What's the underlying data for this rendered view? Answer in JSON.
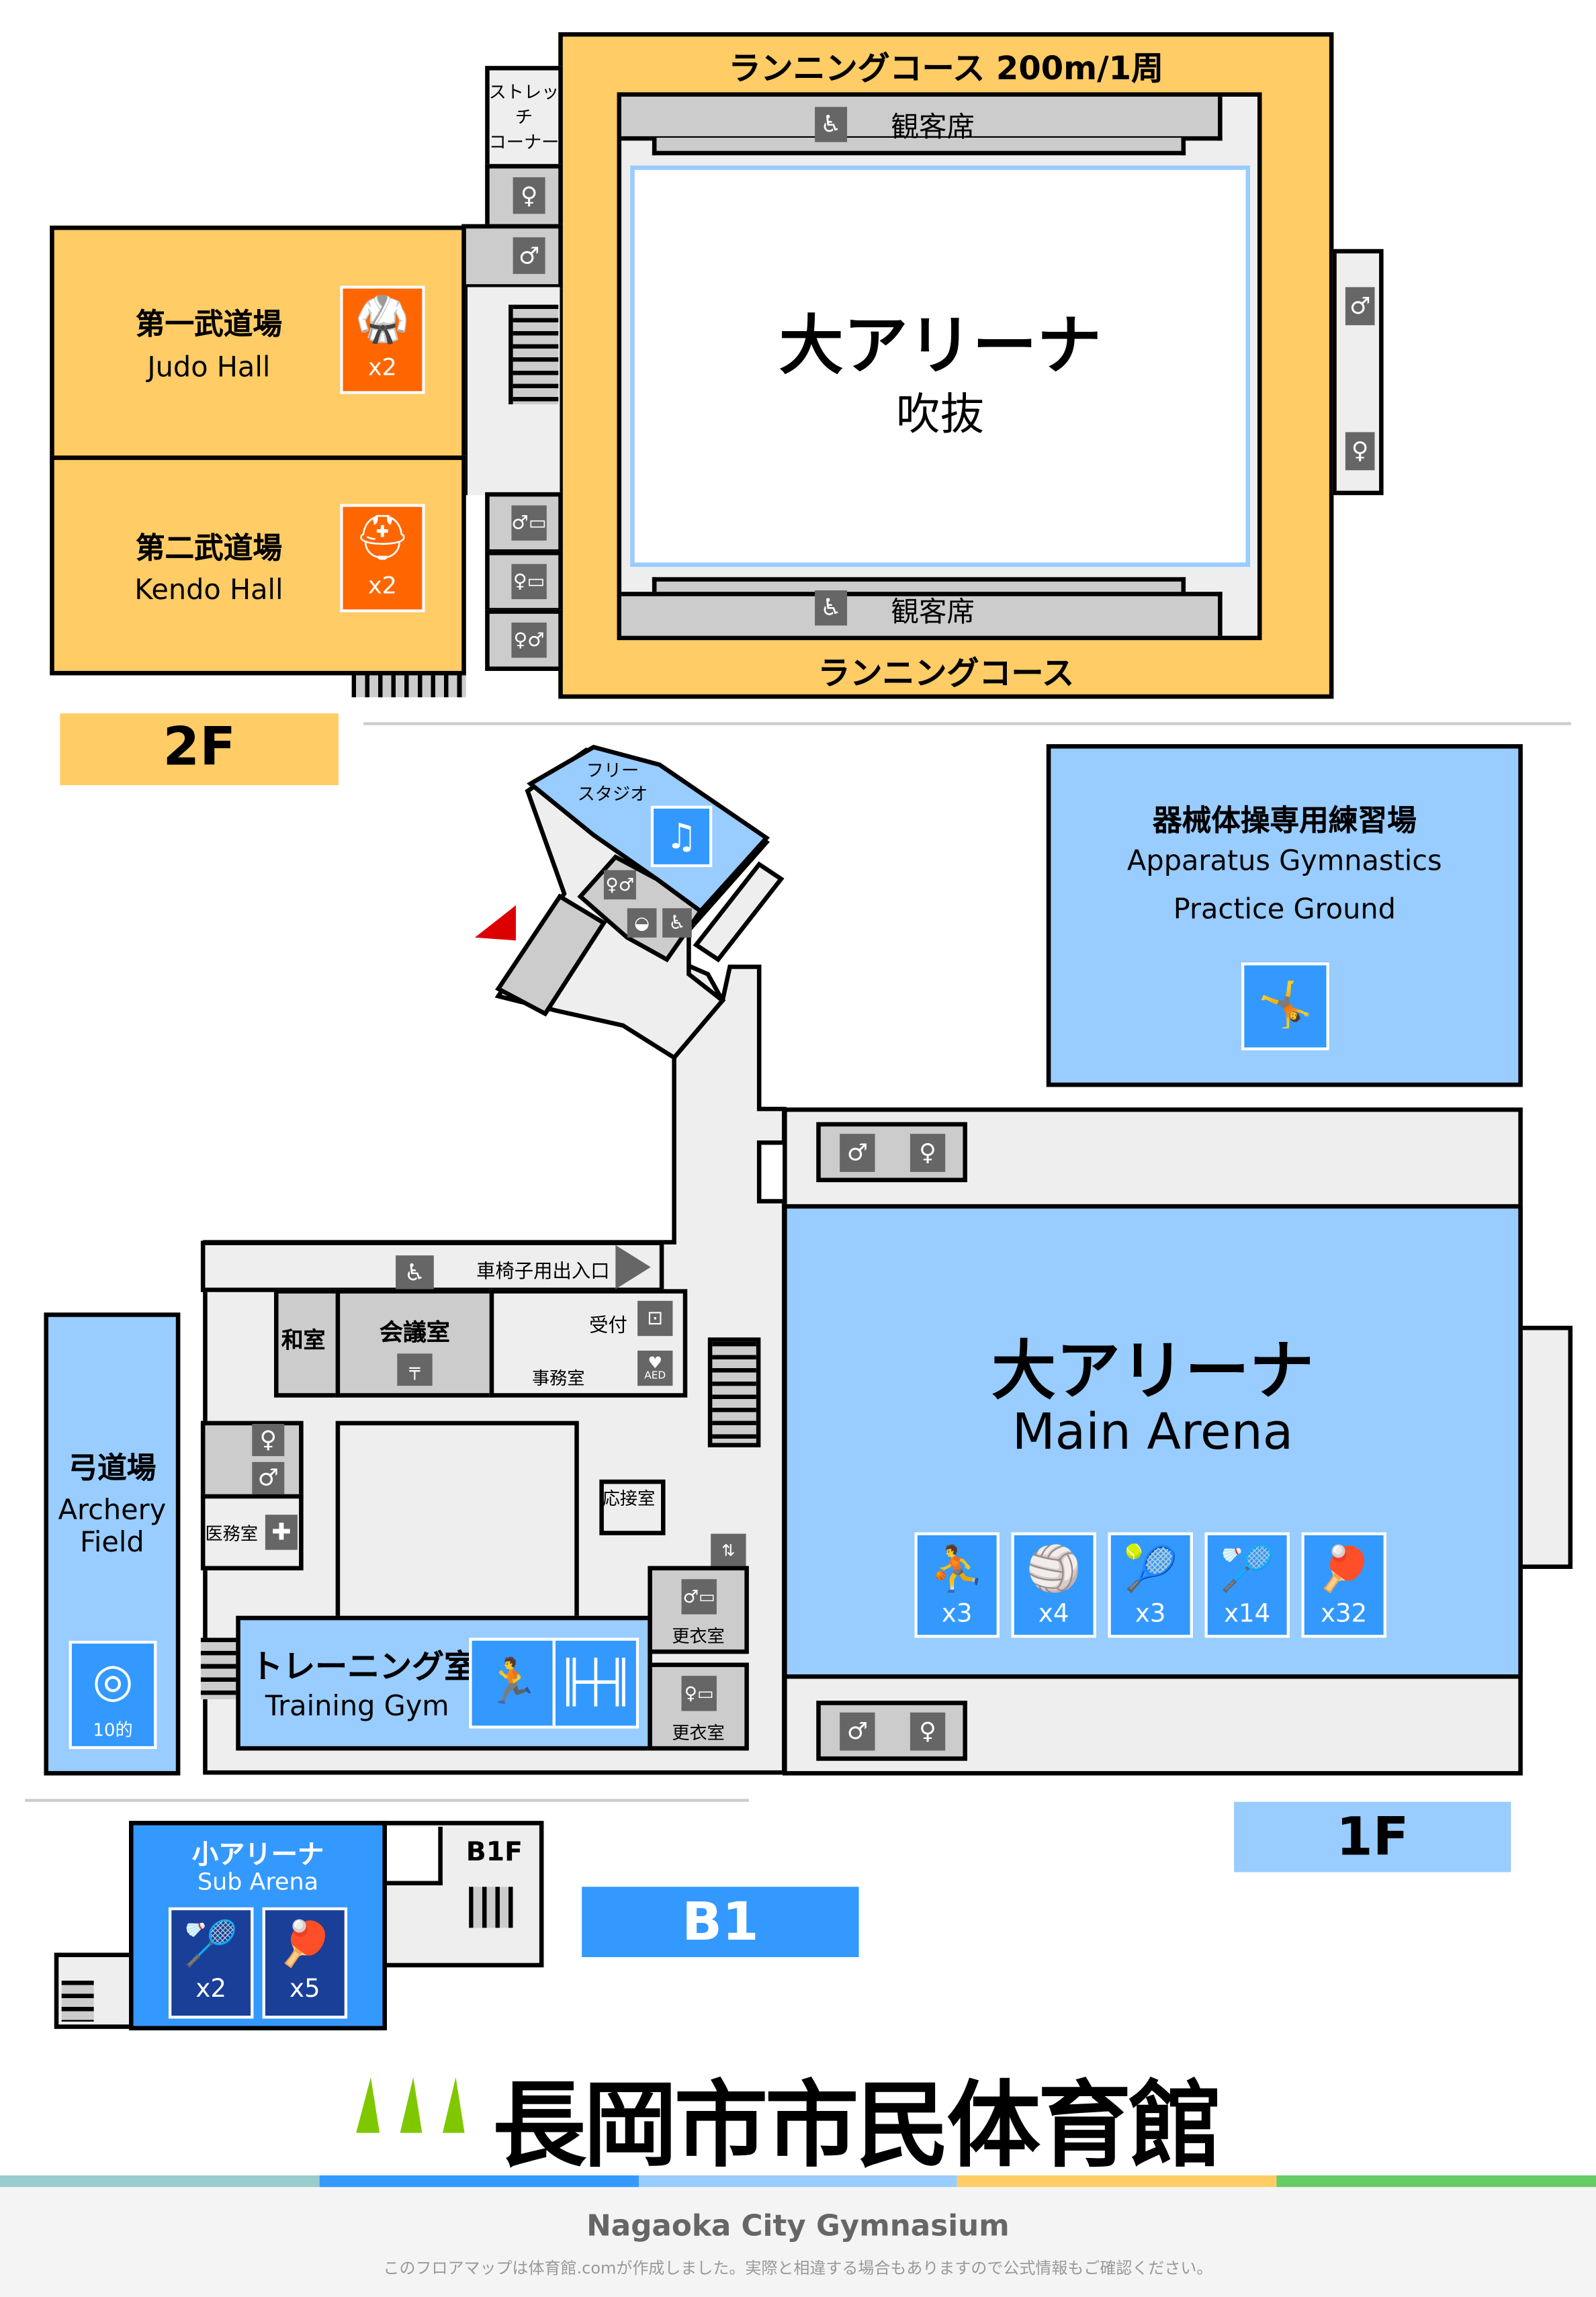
{
  "floor_2f": {
    "label": "2F",
    "running_course_top": "ランニングコース 200m/1周",
    "running_course_bottom": "ランニングコース",
    "seating_top": "観客席",
    "seating_bottom": "観客席",
    "arena_title": "大アリーナ",
    "arena_sub": "吹抜",
    "stretch_corner": [
      "ストレッ",
      "チ",
      "コーナー"
    ],
    "judo_jp": "第一武道場",
    "judo_en": "Judo Hall",
    "judo_count": "x2",
    "kendo_jp": "第二武道場",
    "kendo_en": "Kendo Hall",
    "kendo_count": "x2"
  },
  "floor_1f": {
    "label": "1F",
    "free_studio": [
      "フリー",
      "スタジオ"
    ],
    "apparatus_jp": "器械体操専用練習場",
    "apparatus_en_1": "Apparatus Gymnastics",
    "apparatus_en_2": "Practice Ground",
    "main_arena_jp": "大アリーナ",
    "main_arena_en": "Main Arena",
    "sports": [
      {
        "icon": "basketball-icon",
        "count": "x3"
      },
      {
        "icon": "volleyball-icon",
        "count": "x4"
      },
      {
        "icon": "tennis-icon",
        "count": "x3"
      },
      {
        "icon": "badminton-icon",
        "count": "x14"
      },
      {
        "icon": "table-tennis-icon",
        "count": "x32"
      }
    ],
    "wheelchair_entrance": "車椅子用出入口",
    "japanese_room": "和室",
    "meeting_room": "会議室",
    "reception": "受付",
    "office": "事務室",
    "aed": "AED",
    "reception_room": "応接室",
    "medical_room": "医務室",
    "locker_room_1": "更衣室",
    "locker_room_2": "更衣室",
    "training_jp": "トレーニング室",
    "training_en": "Training Gym",
    "archery_jp": "弓道場",
    "archery_en_1": "Archery",
    "archery_en_2": "Field",
    "archery_count": "10的"
  },
  "floor_b1": {
    "label": "B1",
    "stair_label": "B1F",
    "sub_arena_jp": "小アリーナ",
    "sub_arena_en": "Sub Arena",
    "badminton_count": "x2",
    "table_tennis_count": "x5"
  },
  "footer": {
    "title_jp": "長岡市市民体育館",
    "title_en": "Nagaoka City Gymnasium",
    "note": "このフロアマップは体育館.comが作成しました。実際と相違する場合もありますので公式情報もご確認ください。"
  },
  "colors": {
    "floor_2f": "#ffcc66",
    "floor_1f": "#99ccff",
    "floor_b1": "#3399ff",
    "entrance_marker": "#dd0000",
    "logo_green": "#7fc800",
    "bar": [
      "#99cccc",
      "#3399ff",
      "#99ccff",
      "#ffcc66",
      "#66cc66"
    ]
  }
}
